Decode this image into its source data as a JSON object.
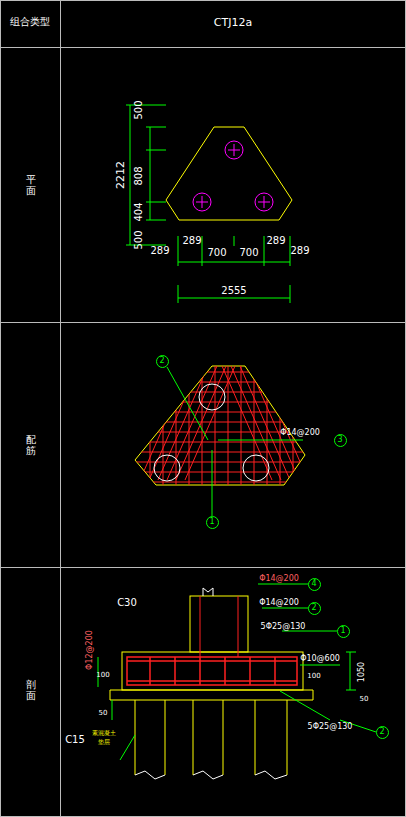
{
  "diagram": {
    "nodes": [
      {
        "text": [
          "2"
        ]
      },
      {
        "text": [
          "3"
        ]
      },
      {
        "text": [
          "1"
        ]
      },
      {
        "text": [
          "4"
        ]
      },
      {
        "text": [
          "2"
        ]
      },
      {
        "text": [
          "1"
        ]
      },
      {
        "text": [
          "2"
        ]
      }
    ],
    "labels": [
      "组合类型",
      "CTJ12a",
      "平面",
      "配筋",
      "剖面",
      "500",
      "808",
      "404",
      "2212",
      "500",
      "289",
      "289",
      "700",
      "700",
      "289",
      "289",
      "2555",
      "Φ14@200",
      "C30",
      "Φ14@200",
      "Φ14@200",
      "5Φ25@130",
      "Φ12@200",
      "Φ10@600",
      "1050",
      "100",
      "100",
      "50",
      "50",
      "5Φ25@130",
      "C15",
      "素混凝土",
      "垫层"
    ]
  }
}
